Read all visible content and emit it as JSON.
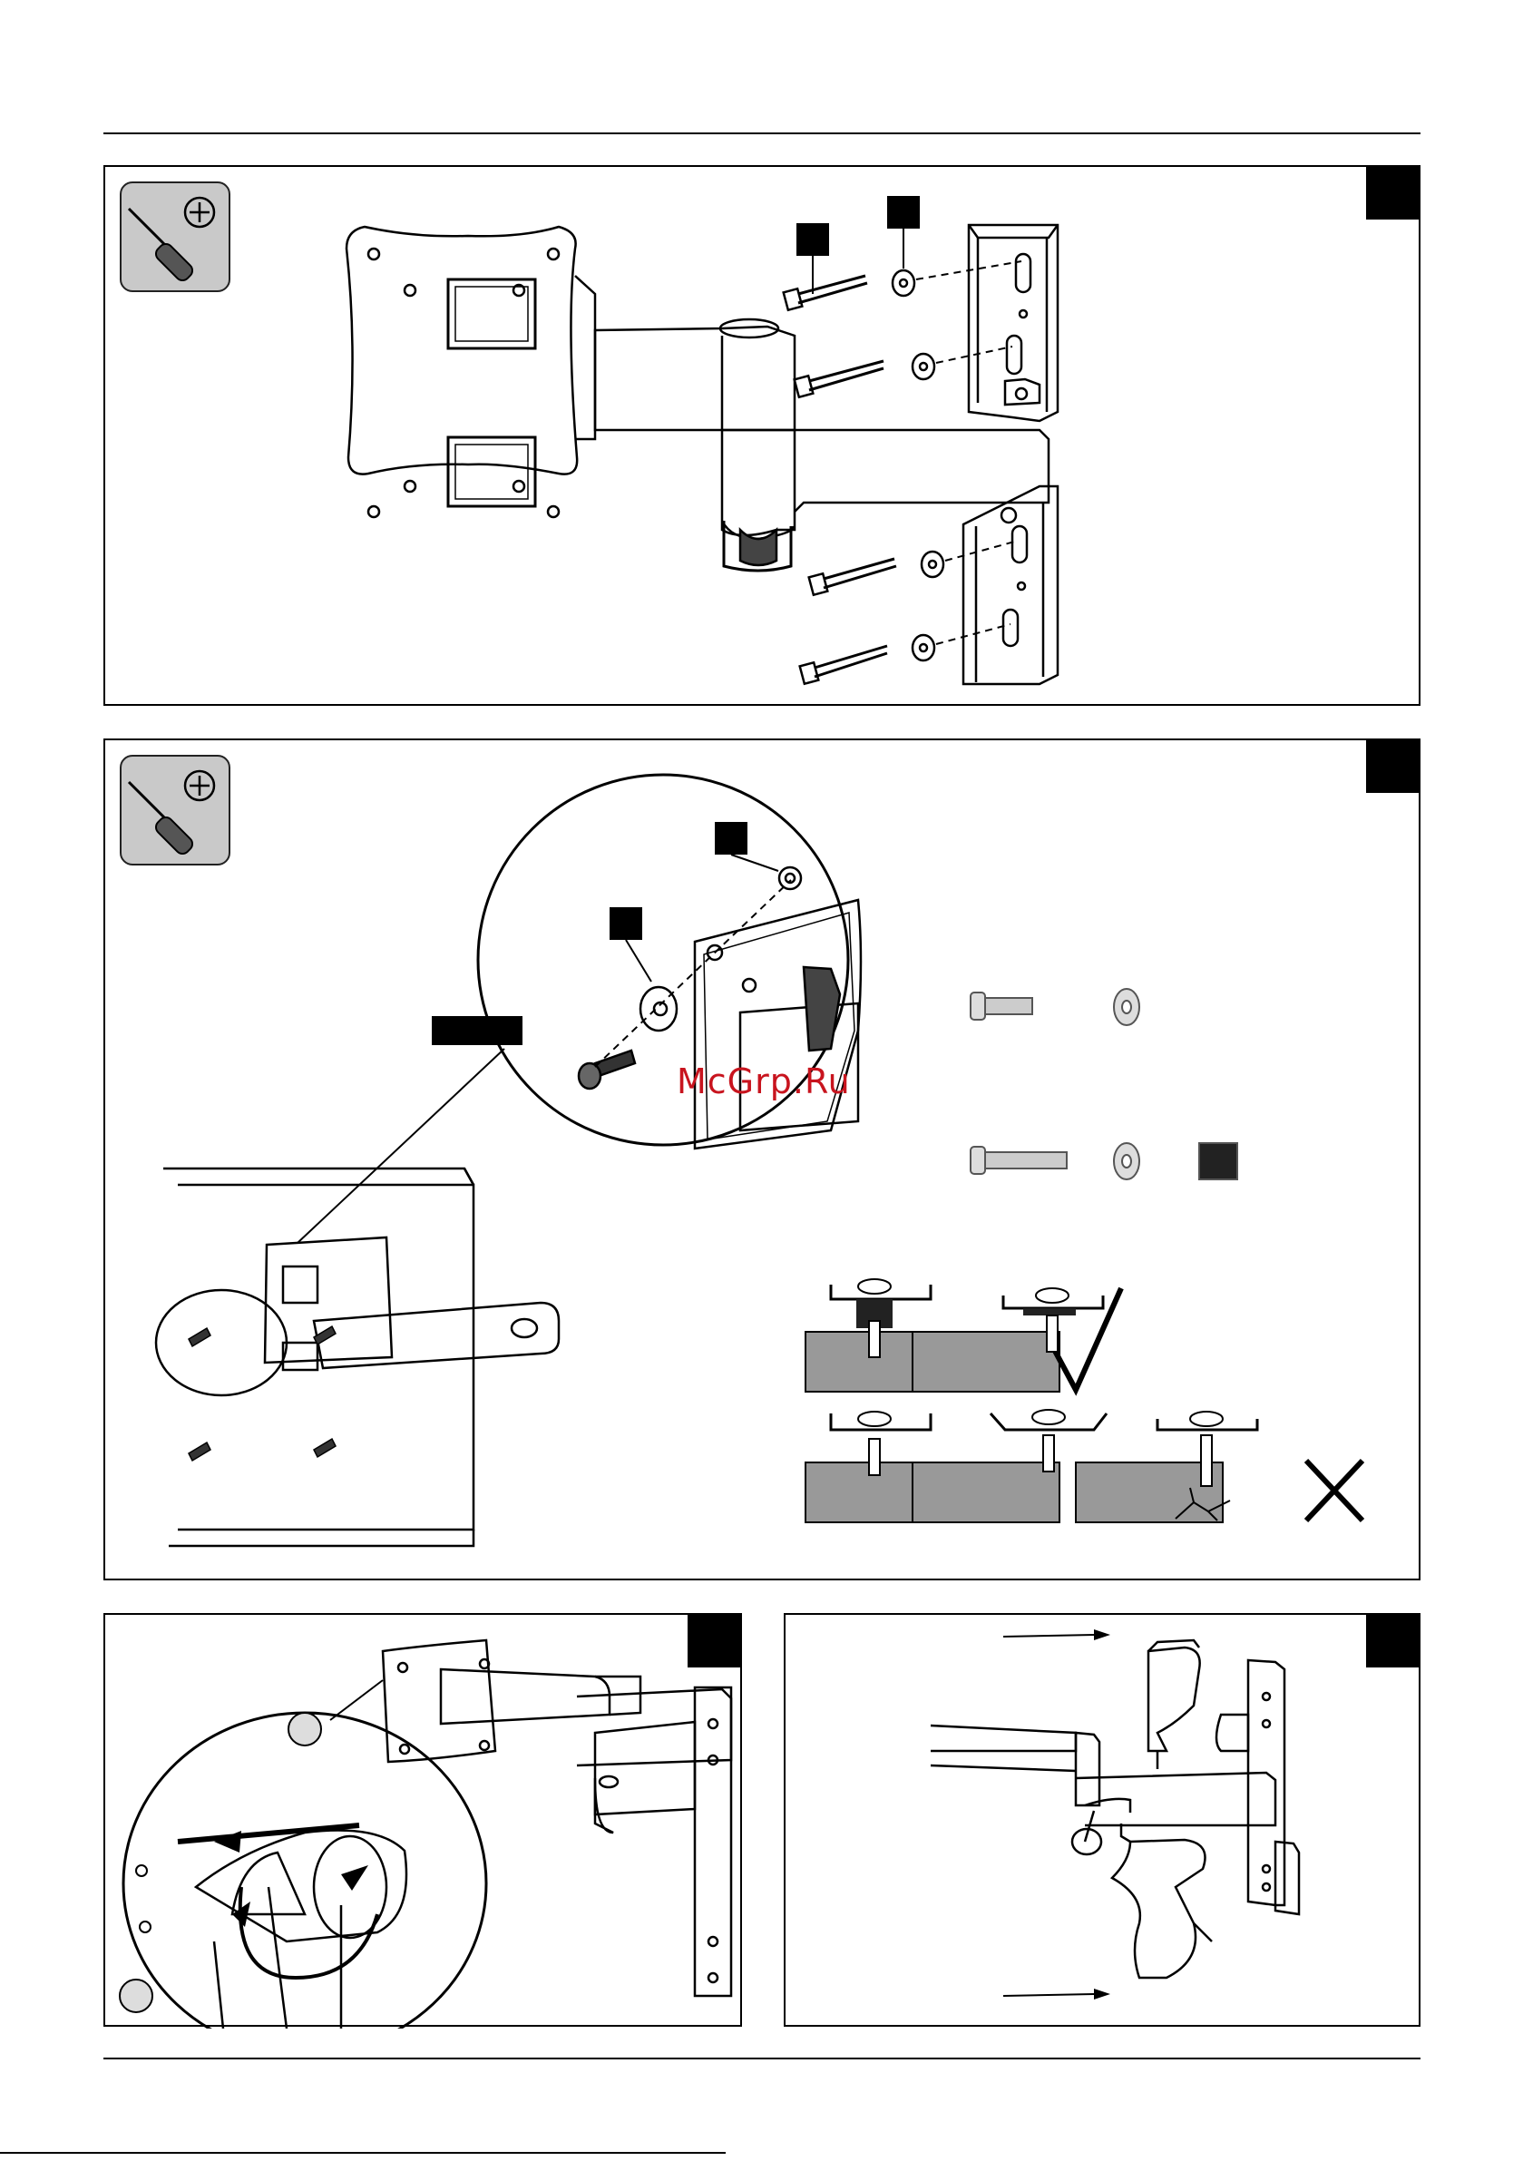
{
  "watermark": {
    "text": "McGrp.Ru",
    "color": "#c8141e"
  },
  "panels": [
    {
      "id": "wall-mounting",
      "tool": "screwdriver-icon"
    },
    {
      "id": "vesa-mounting",
      "tool": "screwdriver-icon"
    },
    {
      "id": "tilt-adjust"
    },
    {
      "id": "cover-clips"
    }
  ],
  "verdicts": {
    "correct": "check-mark-icon",
    "wrong": "cross-icon"
  },
  "colors": {
    "line": "#000000",
    "tool_bg": "#c9c9c9",
    "wall_gray": "#999999",
    "spacer": "#222222"
  }
}
